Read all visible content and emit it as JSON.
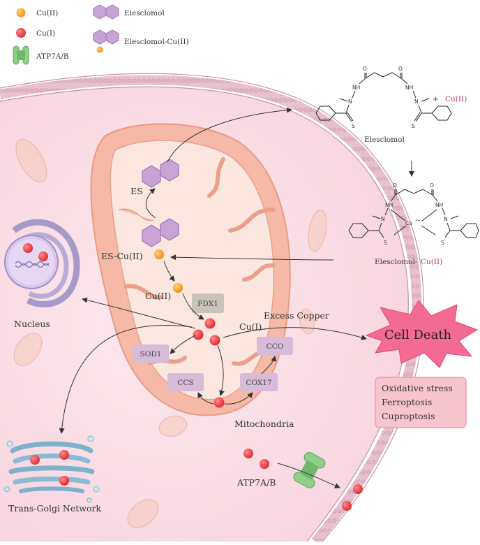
{
  "legend": {
    "cu2": "Cu(II)",
    "cu1": "Cu(I)",
    "atp7": "ATP7A/B",
    "es": "Elesclomol",
    "escu": "Elesclomol-Cu(II)"
  },
  "labels": {
    "es": "ES",
    "escu": "ES-Cu(II)",
    "cu2_in": "Cu(II)",
    "fdx1": "FDX1",
    "cu1_in": "Cu(I)",
    "excess": "Excess Copper",
    "sod1": "SOD1",
    "ccs": "CCS",
    "cox17": "COX17",
    "cco": "CCO",
    "mito": "Mitochondria",
    "nucleus": "Nucleus",
    "golgi": "Trans-Golgi Network",
    "atp7": "ATP7A/B"
  },
  "chem": {
    "plus": "+",
    "cu2": "Cu(II)",
    "name1": "Elesclomol",
    "name2_prefix": "Elesclomol-",
    "name2_suffix": "Cu(II)",
    "o": "O",
    "nh": "NH",
    "n": "N",
    "s": "S",
    "cu_ion": "Cu",
    "cu_sup": "2+"
  },
  "death": {
    "title": "Cell Death",
    "items": [
      "Oxidative stress",
      "Ferroptosis",
      "Cuproptosis"
    ]
  },
  "colors": {
    "cu2": "#f5a623",
    "cu1": "#e8383c",
    "accent_red": "#c0306a",
    "mito_outer": "#f6b9a6",
    "mito_inner": "#fbeae3",
    "cell": "#f9dde5",
    "membrane": "#d9a4b8",
    "enzyme": "#d6bcd8",
    "fdx1": "#c9c3bb",
    "starburst": "#f36a92",
    "death_box": "#f8c5cf"
  }
}
